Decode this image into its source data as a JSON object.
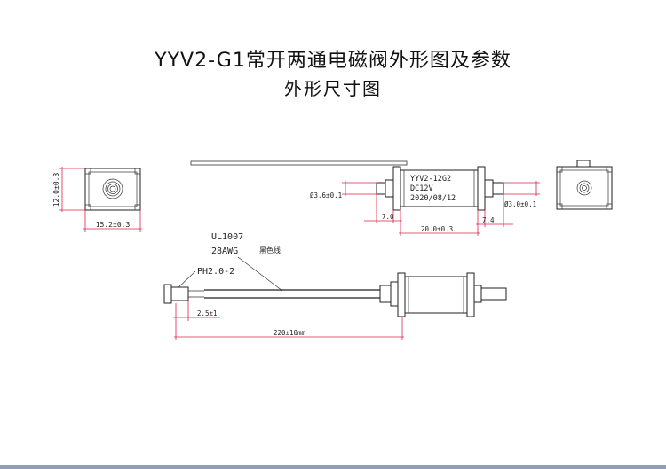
{
  "title": {
    "line1": "YYV2-G1常开两通电磁阀外形图及参数",
    "line2": "外形尺寸图"
  },
  "end_view_left": {
    "height_dim": "12.0±0.3",
    "width_dim": "15.2±0.3"
  },
  "side_view": {
    "label_lines": [
      "YYV2-12G2",
      "DC12V",
      "2020/08/12"
    ],
    "port_left_dim": "Ø3.6±0.1",
    "port_right_dim": "Ø3.0±0.1",
    "port_left_len": "7.0",
    "port_right_len": "7.4",
    "body_len": "20.0±0.3"
  },
  "wire_view": {
    "wire_spec_1": "UL1007",
    "wire_spec_2": "28AWG",
    "wire_color": "黑色线",
    "connector": "PH2.0-2",
    "strip_len": "2.5±1",
    "total_len": "220±10mm"
  },
  "colors": {
    "dimension_line": "#e0204a",
    "footer_bar": "#8f9fb8"
  }
}
